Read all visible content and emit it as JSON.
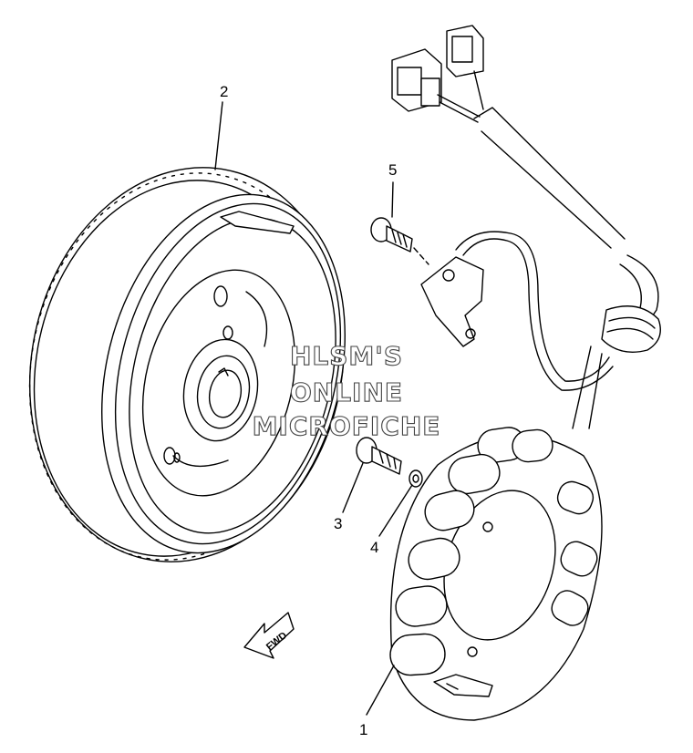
{
  "callouts": [
    {
      "id": "1",
      "label": "1"
    },
    {
      "id": "2",
      "label": "2"
    },
    {
      "id": "3",
      "label": "3"
    },
    {
      "id": "4",
      "label": "4"
    },
    {
      "id": "5",
      "label": "5"
    }
  ],
  "watermark": {
    "line1": "HLSM'S",
    "line2": "ONLINE",
    "line3": "MICROFICHE"
  },
  "direction_arrow": {
    "label": "FWD",
    "icon": "fwd-arrow-icon"
  },
  "colors": {
    "line": "#000000",
    "background": "#ffffff",
    "watermark_outline": "#444444"
  }
}
